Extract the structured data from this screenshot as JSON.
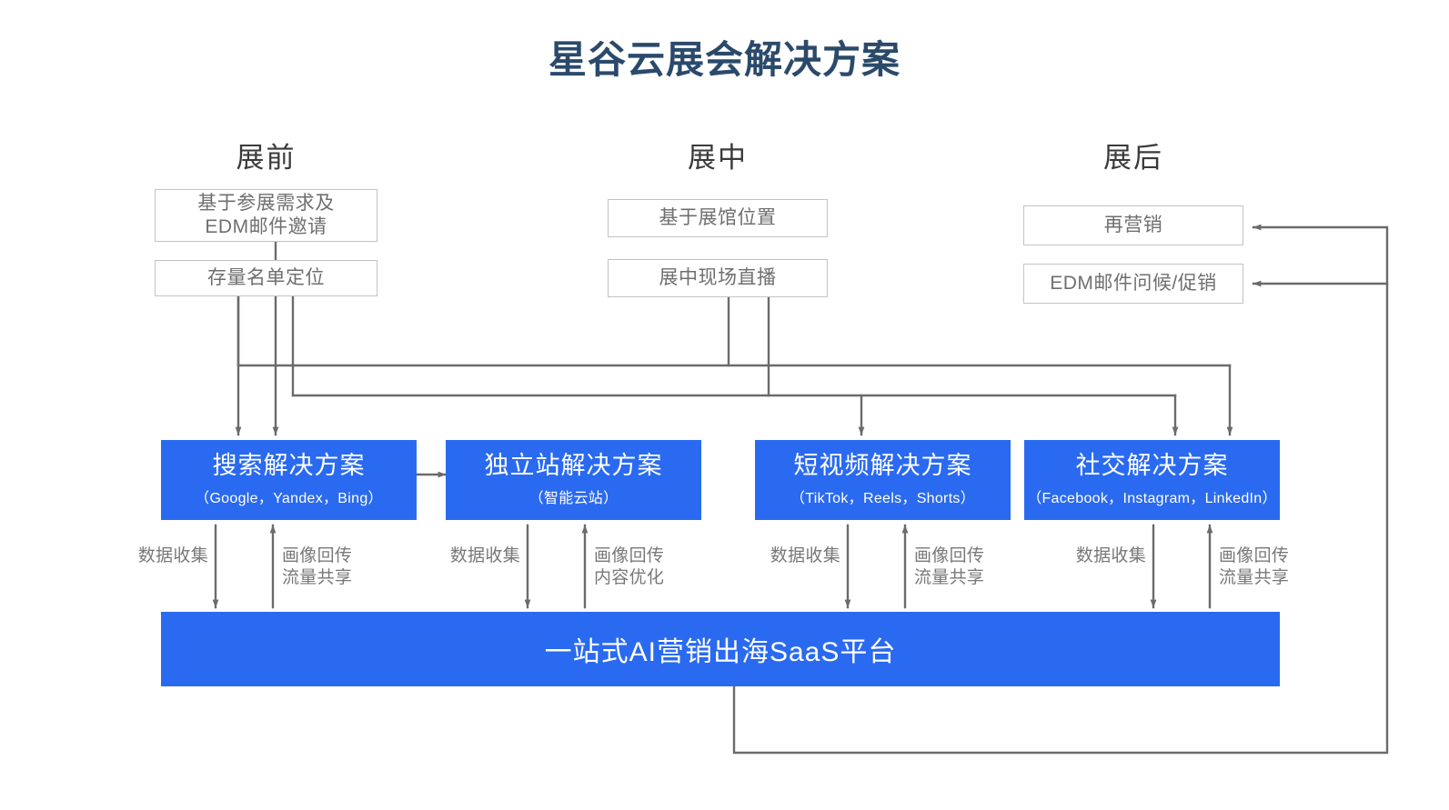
{
  "page": {
    "title": "星谷云展会解决方案",
    "title_color": "#2b4a6b",
    "accent_color": "#2a6af0",
    "box_border_color": "#c3c3c3",
    "wire_color": "#6b6b6b",
    "background": "#ffffff"
  },
  "stages": [
    {
      "id": "pre",
      "label": "展前"
    },
    {
      "id": "mid",
      "label": "展中"
    },
    {
      "id": "post",
      "label": "展后"
    }
  ],
  "stage_boxes": {
    "pre": [
      {
        "id": "pre-1",
        "text": "基于参展需求及\nEDM邮件邀请"
      },
      {
        "id": "pre-2",
        "text": "存量名单定位"
      }
    ],
    "mid": [
      {
        "id": "mid-1",
        "text": "基于展馆位置"
      },
      {
        "id": "mid-2",
        "text": "展中现场直播"
      }
    ],
    "post": [
      {
        "id": "post-1",
        "text": "再营销"
      },
      {
        "id": "post-2",
        "text": "EDM邮件问候/促销"
      }
    ]
  },
  "solutions": [
    {
      "id": "search",
      "title": "搜索解决方案",
      "subtitle": "（Google，Yandex，Bing）"
    },
    {
      "id": "site",
      "title": "独立站解决方案",
      "subtitle": "（智能云站）"
    },
    {
      "id": "video",
      "title": "短视频解决方案",
      "subtitle": "（TikTok，Reels，Shorts）"
    },
    {
      "id": "social",
      "title": "社交解决方案",
      "subtitle": "（Facebook，Instagram，LinkedIn）"
    }
  ],
  "platform": {
    "label": "一站式AI营销出海SaaS平台"
  },
  "flow_labels": [
    {
      "id": "search-down",
      "text": "数据收集"
    },
    {
      "id": "search-up",
      "text": "画像回传\n流量共享"
    },
    {
      "id": "site-down",
      "text": "数据收集"
    },
    {
      "id": "site-up",
      "text": "画像回传\n内容优化"
    },
    {
      "id": "video-down",
      "text": "数据收集"
    },
    {
      "id": "video-up",
      "text": "画像回传\n流量共享"
    },
    {
      "id": "social-down",
      "text": "数据收集"
    },
    {
      "id": "social-up",
      "text": "画像回传\n流量共享"
    }
  ]
}
